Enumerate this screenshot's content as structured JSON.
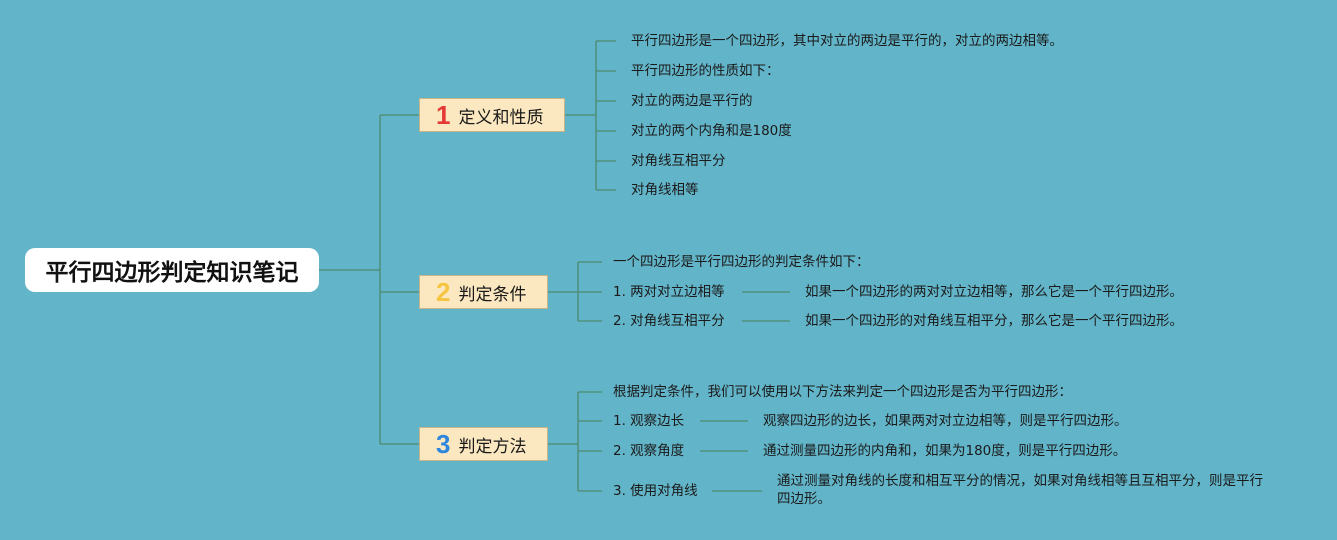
{
  "title": "平行四边形判定知识笔记",
  "colors": {
    "background": "#62b4c8",
    "line": "#4e8a6e",
    "branch_fill": "#fbe8c0",
    "num1": "#e53935",
    "num2": "#f5c542",
    "num3": "#2e86de"
  },
  "branches": [
    {
      "num": "1",
      "label": "定义和性质",
      "items": [
        "平行四边形是一个四边形，其中对立的两边是平行的，对立的两边相等。",
        "平行四边形的性质如下：",
        "对立的两边是平行的",
        "对立的两个内角和是180度",
        "对角线互相平分",
        "对角线相等"
      ]
    },
    {
      "num": "2",
      "label": "判定条件",
      "intro": "一个四边形是平行四边形的判定条件如下：",
      "items": [
        {
          "label": "1. 两对对立边相等",
          "detail": "如果一个四边形的两对对立边相等，那么它是一个平行四边形。"
        },
        {
          "label": "2. 对角线互相平分",
          "detail": "如果一个四边形的对角线互相平分，那么它是一个平行四边形。"
        }
      ]
    },
    {
      "num": "3",
      "label": "判定方法",
      "intro": "根据判定条件，我们可以使用以下方法来判定一个四边形是否为平行四边形：",
      "items": [
        {
          "label": "1. 观察边长",
          "detail": "观察四边形的边长，如果两对对立边相等，则是平行四边形。"
        },
        {
          "label": "2. 观察角度",
          "detail": "通过测量四边形的内角和，如果为180度，则是平行四边形。"
        },
        {
          "label": "3. 使用对角线",
          "detail": "通过测量对角线的长度和相互平分的情况，如果对角线相等且互相平分，则是平行四边形。"
        }
      ]
    }
  ]
}
